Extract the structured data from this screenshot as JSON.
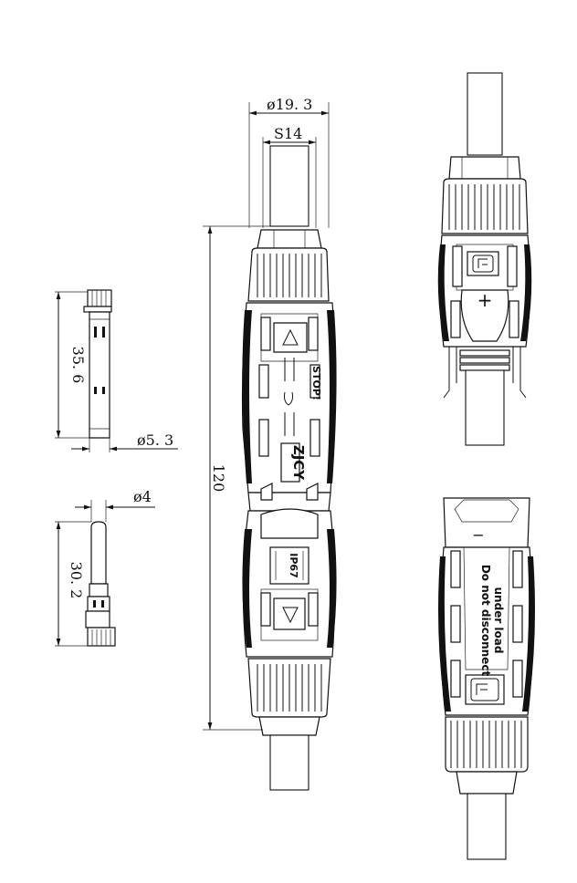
{
  "dimensions": {
    "outer_diameter": "ø19. 3",
    "wrench_size": "S14",
    "overall_length": "120",
    "female_pin_length": "35. 6",
    "female_pin_diameter": "ø5. 3",
    "male_pin_diameter": "ø4",
    "male_pin_length": "30. 2"
  },
  "labels": {
    "stop_text": "STOP!",
    "brand_text": "ZJCY",
    "ip_rating": "IP67",
    "plus_sign": "+",
    "minus_sign": "−",
    "warning_line1": "Do not disconnect",
    "warning_line2": "under load"
  },
  "icons": [
    "plug-symbol-icon",
    "arrow-triangle-icon",
    "lock-arrows-icon"
  ]
}
